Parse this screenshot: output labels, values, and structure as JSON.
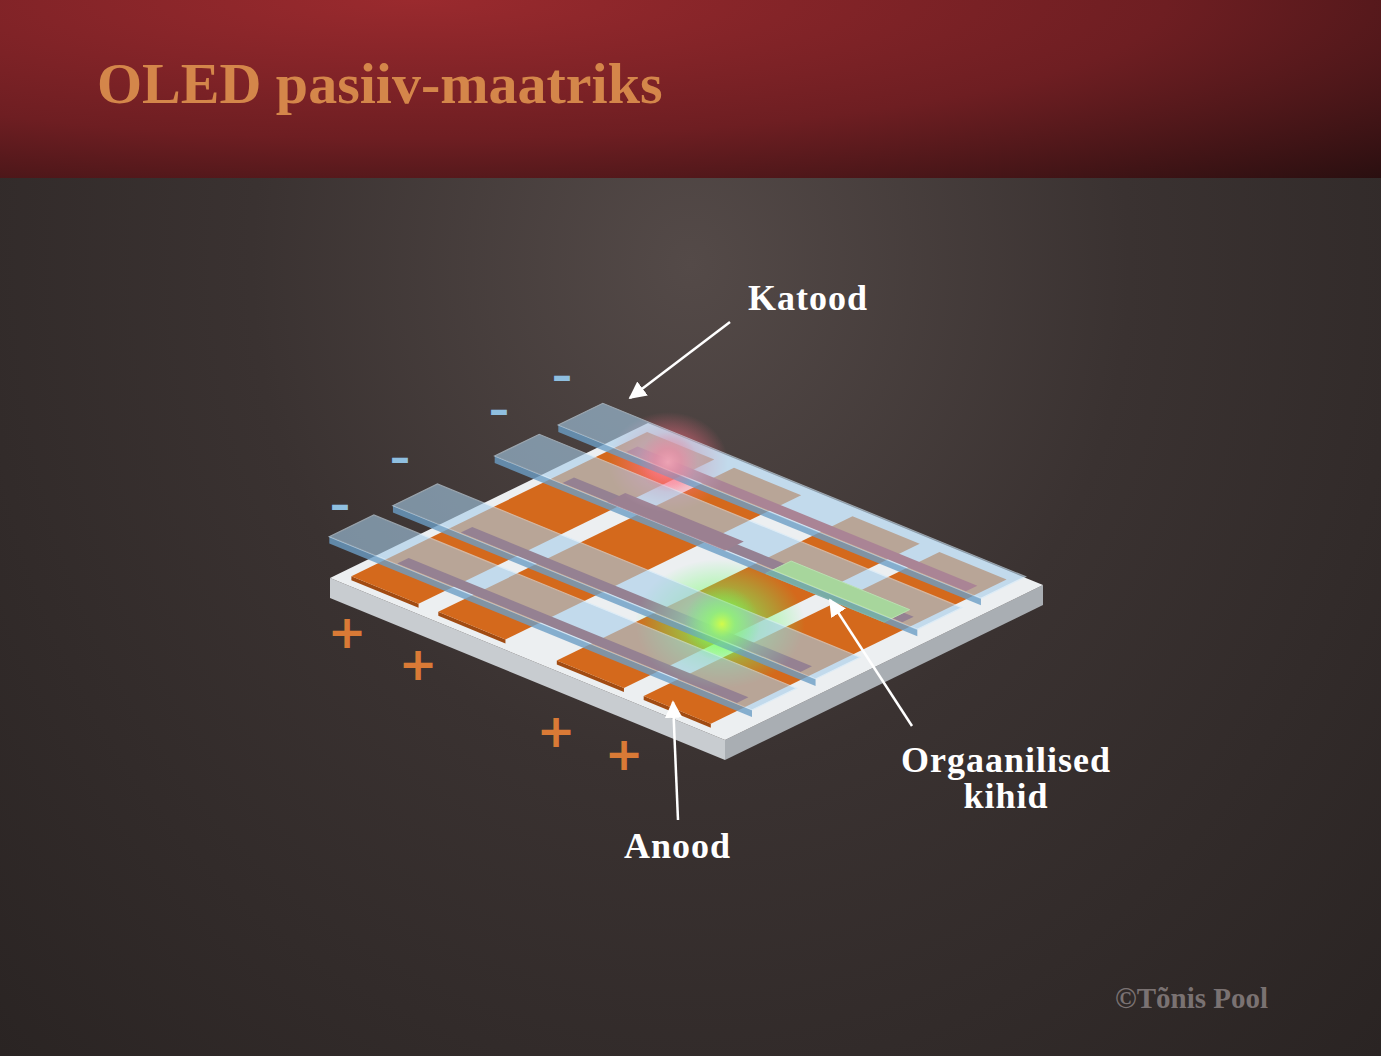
{
  "diagram": {
    "title": "OLED pasiiv-maatriks",
    "labels": [
      "Katood",
      "Orgaanilised kihid",
      "Anood",
      "–",
      "–",
      "–",
      "–",
      "+",
      "+",
      "+",
      "+",
      "©Tõnis Pool"
    ]
  }
}
